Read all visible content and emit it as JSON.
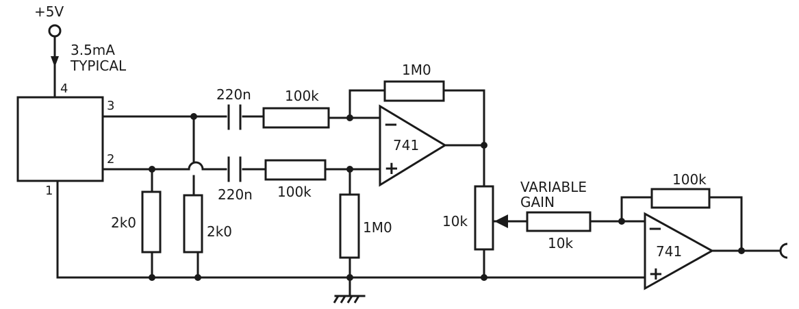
{
  "supply": {
    "label": "+5V",
    "current_label": "3.5mA",
    "current_note": "TYPICAL"
  },
  "sensor": {
    "pins": {
      "supply": "4",
      "out_a": "3",
      "out_b": "2",
      "ground": "1"
    }
  },
  "components": {
    "cap_top": "220n",
    "cap_bottom": "220n",
    "res_in_top": "100k",
    "res_in_bottom": "100k",
    "res_feedback_1": "1M0",
    "res_bias_left": "2k0",
    "res_bias_right": "2k0",
    "res_to_ground": "1M0",
    "pot": "10k",
    "res_gain_in": "10k",
    "res_feedback_2": "100k"
  },
  "opamps": {
    "first": {
      "label": "741",
      "inv": "−",
      "noninv": "+"
    },
    "second": {
      "label": "741",
      "inv": "−",
      "noninv": "+"
    }
  },
  "annotations": {
    "variable_gain_1": "VARIABLE",
    "variable_gain_2": "GAIN"
  },
  "colors": {
    "ink": "#1a1a1a",
    "paper": "#ffffff"
  }
}
